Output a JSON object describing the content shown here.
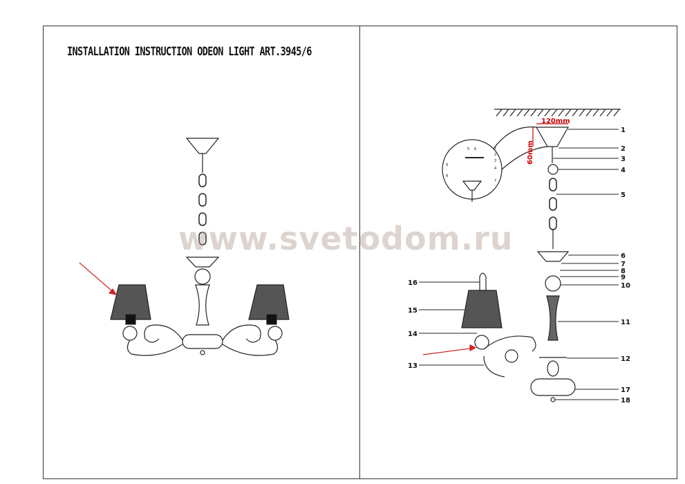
{
  "title": "INSTALLATION INSTRUCTION ODEON LIGHT ART.3945/6",
  "watermark": "www.svetodom.ru",
  "dimensions": {
    "width": "120mm",
    "height": "60mm"
  },
  "callouts": [
    "1",
    "2",
    "3",
    "4",
    "5",
    "6",
    "7",
    "8",
    "9",
    "10",
    "11",
    "12",
    "13",
    "14",
    "15",
    "16",
    "17",
    "18"
  ],
  "detail_callouts": [
    "1",
    "2",
    "3",
    "4",
    "5",
    "6",
    "7",
    "8",
    "9"
  ],
  "colors": {
    "line": "#222222",
    "dimension": "#cc0000",
    "arrow": "#cc2222"
  }
}
